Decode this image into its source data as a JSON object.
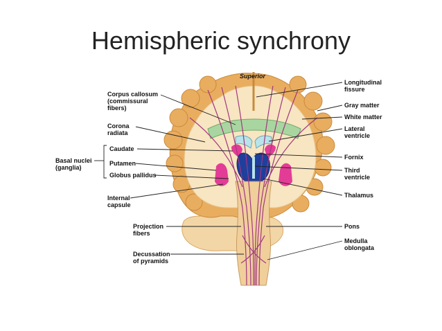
{
  "slide": {
    "title": "Hemispheric synchrony"
  },
  "diagram": {
    "orientation_label": "Superior",
    "labels": {
      "corpus_callosum": [
        "Corpus callosum",
        "(commissural",
        "fibers)"
      ],
      "corona_radiata": [
        "Corona",
        "radiata"
      ],
      "caudate": [
        "Caudate"
      ],
      "basal_nuclei": [
        "Basal nuclei",
        "(ganglia)"
      ],
      "putamen": [
        "Putamen"
      ],
      "globus_pallidus": [
        "Globus pallidus"
      ],
      "internal_capsule": [
        "Internal",
        "capsule"
      ],
      "projection_fibers": [
        "Projection",
        "fibers"
      ],
      "decussation": [
        "Decussation",
        "of pyramids"
      ],
      "longitudinal_fissure": [
        "Longitudinal",
        "fissure"
      ],
      "gray_matter": [
        "Gray matter"
      ],
      "white_matter": [
        "White matter"
      ],
      "lateral_ventricle": [
        "Lateral",
        "ventricle"
      ],
      "fornix": [
        "Fornix"
      ],
      "third_ventricle": [
        "Third",
        "ventricle"
      ],
      "thalamus": [
        "Thalamus"
      ],
      "pons": [
        "Pons"
      ],
      "medulla_oblongata": [
        "Medulla",
        "oblongata"
      ]
    },
    "colors": {
      "gray_matter": "#e9ad5f",
      "white_matter": "#f8e5c1",
      "brainstem": "#f0cf9b",
      "cerebellum": "#f3d6a6",
      "fibers": "#a0387f",
      "corpus_callosum": "#a9d6a0",
      "basal_nuclei": "#e33c96",
      "thalamus": "#1f3f9d",
      "ventricle": "#b9e3ea",
      "leader_lines": "#222222"
    }
  }
}
